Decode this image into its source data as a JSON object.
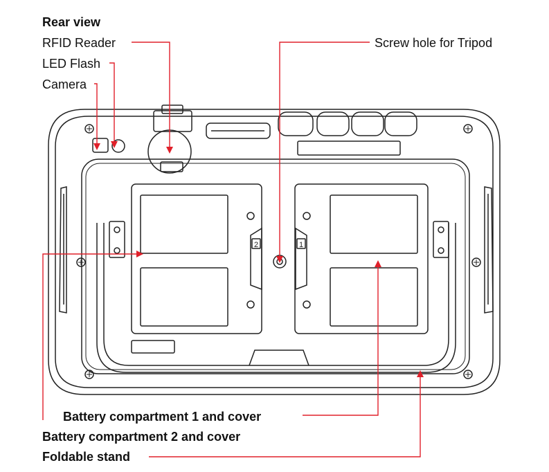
{
  "title": "Rear view",
  "labels": {
    "rfid_reader": "RFID Reader",
    "led_flash": "LED Flash",
    "camera": "Camera",
    "screw_hole": "Screw hole for Tripod",
    "battery1": "Battery compartment 1 and cover",
    "battery2": "Battery compartment 2 and cover",
    "foldable_stand": "Foldable stand"
  },
  "battery_marks": {
    "left": "2",
    "right": "1"
  },
  "colors": {
    "callout": "#e0202a",
    "outline": "#222222"
  }
}
